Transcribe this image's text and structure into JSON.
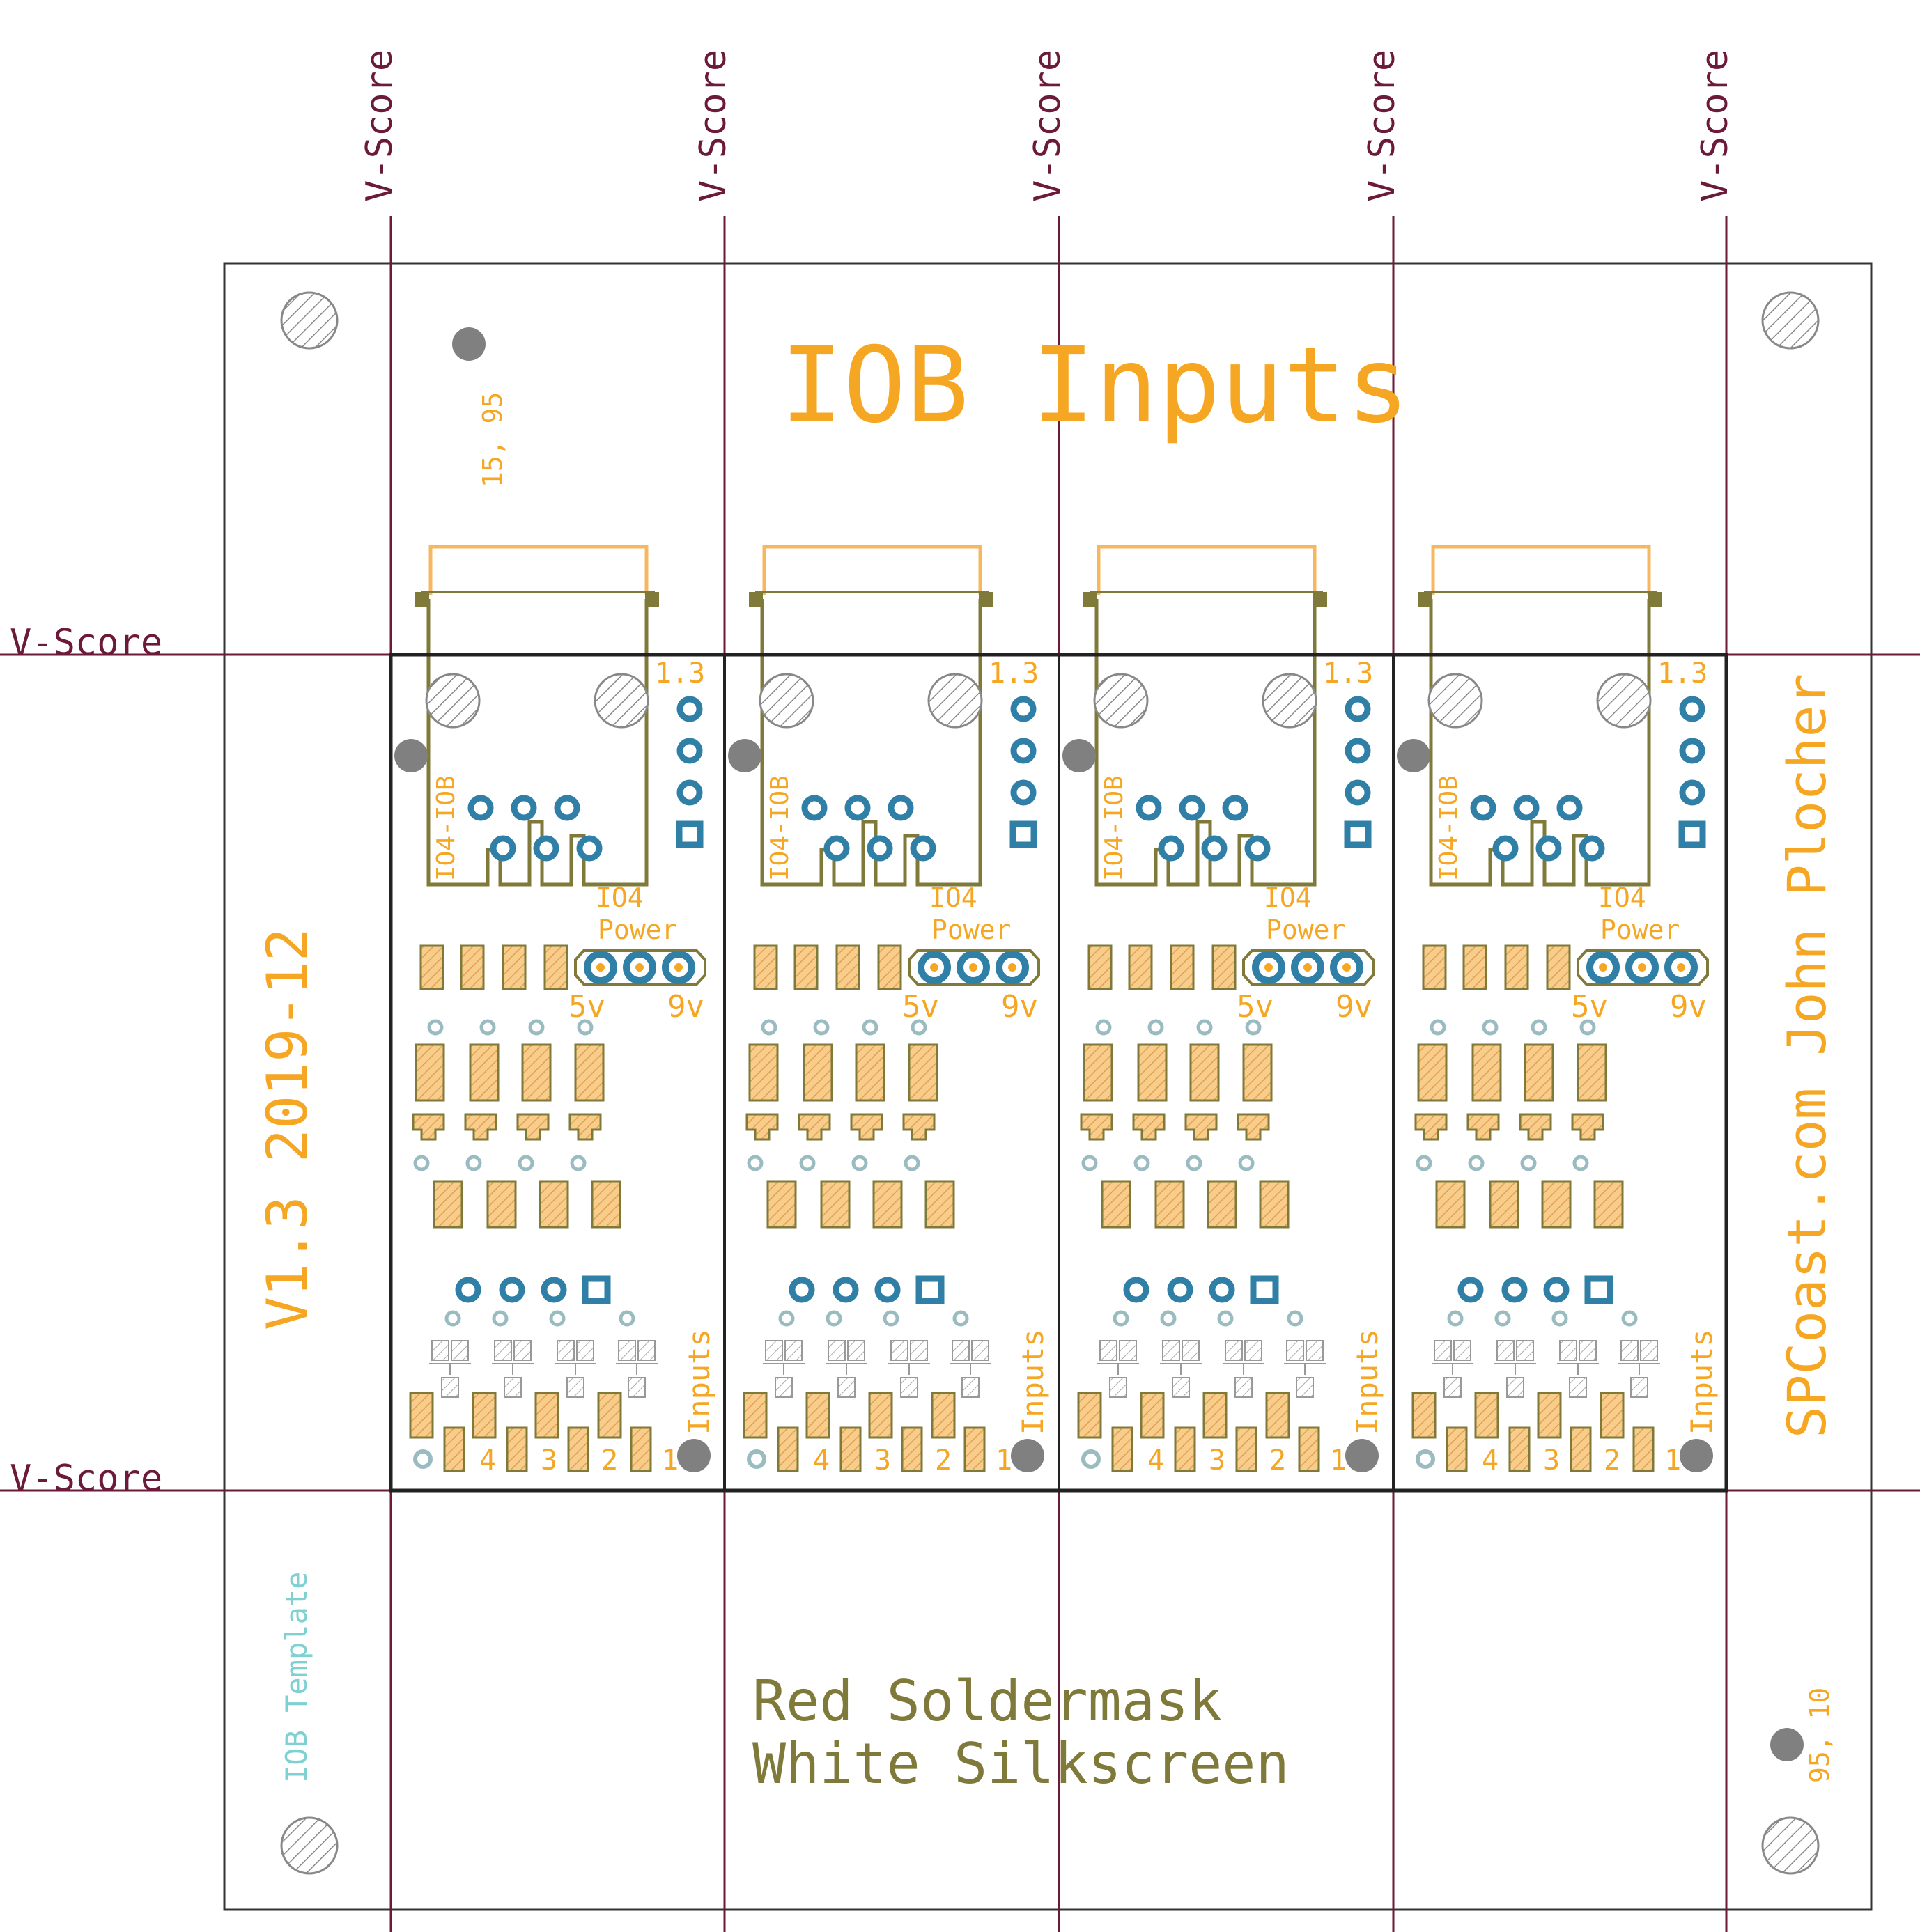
{
  "title": "IOB Inputs",
  "version": "V1.3 2019-12",
  "author": "SPCoast.com John Plocher",
  "template_label": "IOB Template",
  "note_lines": [
    "Red Soldermask",
    "White Silkscreen"
  ],
  "coord_top_left": "15, 95",
  "coord_bottom_right": "95, 10",
  "vscore_label": "V-Score",
  "module": {
    "rev": "1.3",
    "jack_label": "IO4-IOB",
    "conn_label": "IO4",
    "power_label": "Power",
    "power_5v": "5v",
    "power_9v": "9v",
    "inputs_label": "Inputs",
    "channel_numbers": [
      "4",
      "3",
      "2",
      "1"
    ]
  },
  "colors": {
    "vscore": "#6b1a3a",
    "silk_orange": "#f5a623",
    "outline": "#7f7a3a",
    "pad": "#2f7fa6",
    "template": "#7fd0d0",
    "frame": "#222222",
    "gray_dot": "#808080"
  }
}
